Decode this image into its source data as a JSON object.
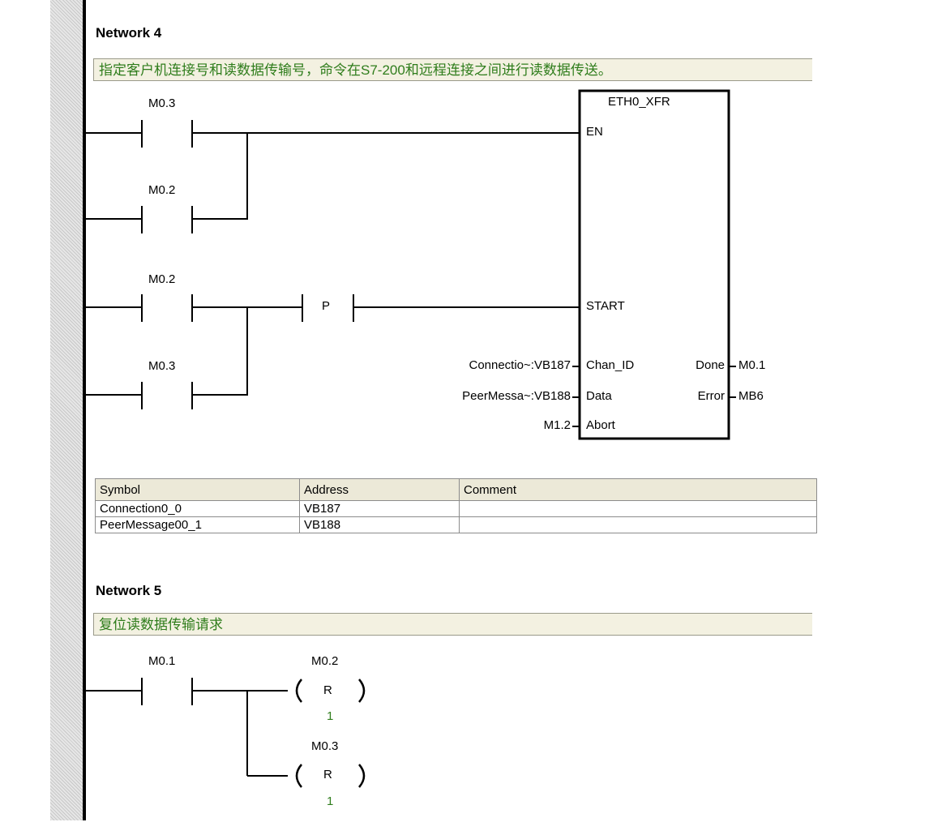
{
  "networks": [
    {
      "title": "Network 4",
      "comment": "指定客户机连接号和读数据传输号，命令在S7-200和远程连接之间进行读数据传送。",
      "contacts": [
        "M0.3",
        "M0.2",
        "M0.2",
        "M0.3"
      ],
      "edge_label": "P",
      "block": {
        "name": "ETH0_XFR",
        "inputs": [
          "EN",
          "START",
          "Chan_ID",
          "Data",
          "Abort"
        ],
        "outputs": [
          "Done",
          "Error"
        ],
        "input_operands": [
          "Connectio~:VB187",
          "PeerMessa~:VB188",
          "M1.2"
        ],
        "output_operands": [
          "M0.1",
          "MB6"
        ]
      }
    },
    {
      "title": "Network 5",
      "comment": "复位读数据传输请求",
      "contacts": [
        "M0.1"
      ],
      "coils": [
        {
          "operand": "M0.2",
          "type": "R",
          "count": "1"
        },
        {
          "operand": "M0.3",
          "type": "R",
          "count": "1"
        }
      ]
    }
  ],
  "symbol_table": {
    "headers": [
      "Symbol",
      "Address",
      "Comment"
    ],
    "rows": [
      [
        "Connection0_0",
        "VB187",
        ""
      ],
      [
        "PeerMessage00_1",
        "VB188",
        ""
      ]
    ]
  }
}
